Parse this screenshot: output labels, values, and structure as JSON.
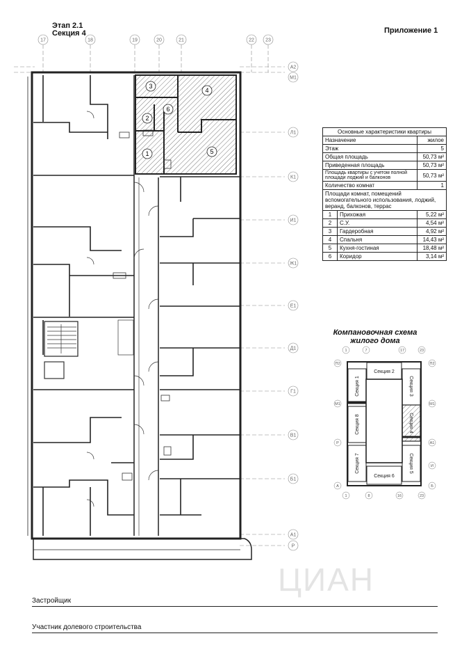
{
  "header": {
    "stage": "Этап 2.1",
    "section": "Секция 4",
    "appendix": "Приложение 1"
  },
  "plan": {
    "top_axes": [
      "17",
      "18",
      "19",
      "20",
      "21",
      "22",
      "23"
    ],
    "side_axes": [
      "А2",
      "М1",
      "Л1",
      "К1",
      "И1",
      "Ж1",
      "Е1",
      "Д1",
      "Г1",
      "В1",
      "Б1",
      "А1",
      "Р"
    ],
    "room_numbers": [
      "3",
      "4",
      "2",
      "6",
      "1",
      "5"
    ]
  },
  "characteristics": {
    "title": "Основные характеристики квартиры",
    "rows": [
      {
        "label": "Назначение",
        "value": "жилое"
      },
      {
        "label": "Этаж",
        "value": "5"
      },
      {
        "label": "Общая площадь",
        "value": "50,73 м²"
      },
      {
        "label": "Приведенная площадь",
        "value": "50,73 м²"
      },
      {
        "label": "Площадь квартиры с учетом полной площади лоджий и балконов",
        "value": "50,73 м²"
      },
      {
        "label": "Количество комнат",
        "value": "1"
      }
    ],
    "rooms_header": "Площади комнат, помещений вспомогательного использования, лоджий, веранд, балконов, террас",
    "rooms": [
      {
        "no": "1",
        "name": "Прихожая",
        "area": "5,22 м²"
      },
      {
        "no": "2",
        "name": "С.У.",
        "area": "4,54 м²"
      },
      {
        "no": "3",
        "name": "Гардеробная",
        "area": "4,92 м²"
      },
      {
        "no": "4",
        "name": "Спальня",
        "area": "14,43 м²"
      },
      {
        "no": "5",
        "name": "Кухня-гостиная",
        "area": "18,48 м²"
      },
      {
        "no": "6",
        "name": "Коридор",
        "area": "3,14 м²"
      }
    ]
  },
  "scheme": {
    "title_line1": "Компановочная схема",
    "title_line2": "жилого дома",
    "sections": [
      "Секция 1",
      "Секция 2",
      "Секция 3",
      "Секция 4",
      "Секция 5",
      "Секция 6",
      "Секция 7",
      "Секция 8"
    ],
    "top_axes": [
      "1",
      "7",
      "17",
      "23"
    ],
    "bottom_axes": [
      "1",
      "8",
      "16",
      "23"
    ],
    "left_axes": [
      "П2",
      "М1",
      "Р",
      "А"
    ],
    "right_axes": [
      "П2",
      "М1",
      "А1",
      "И",
      "Б"
    ]
  },
  "signatures": {
    "developer": "Застройщик",
    "participant": "Участник долевого строительства"
  },
  "watermark": "ЦИАН"
}
